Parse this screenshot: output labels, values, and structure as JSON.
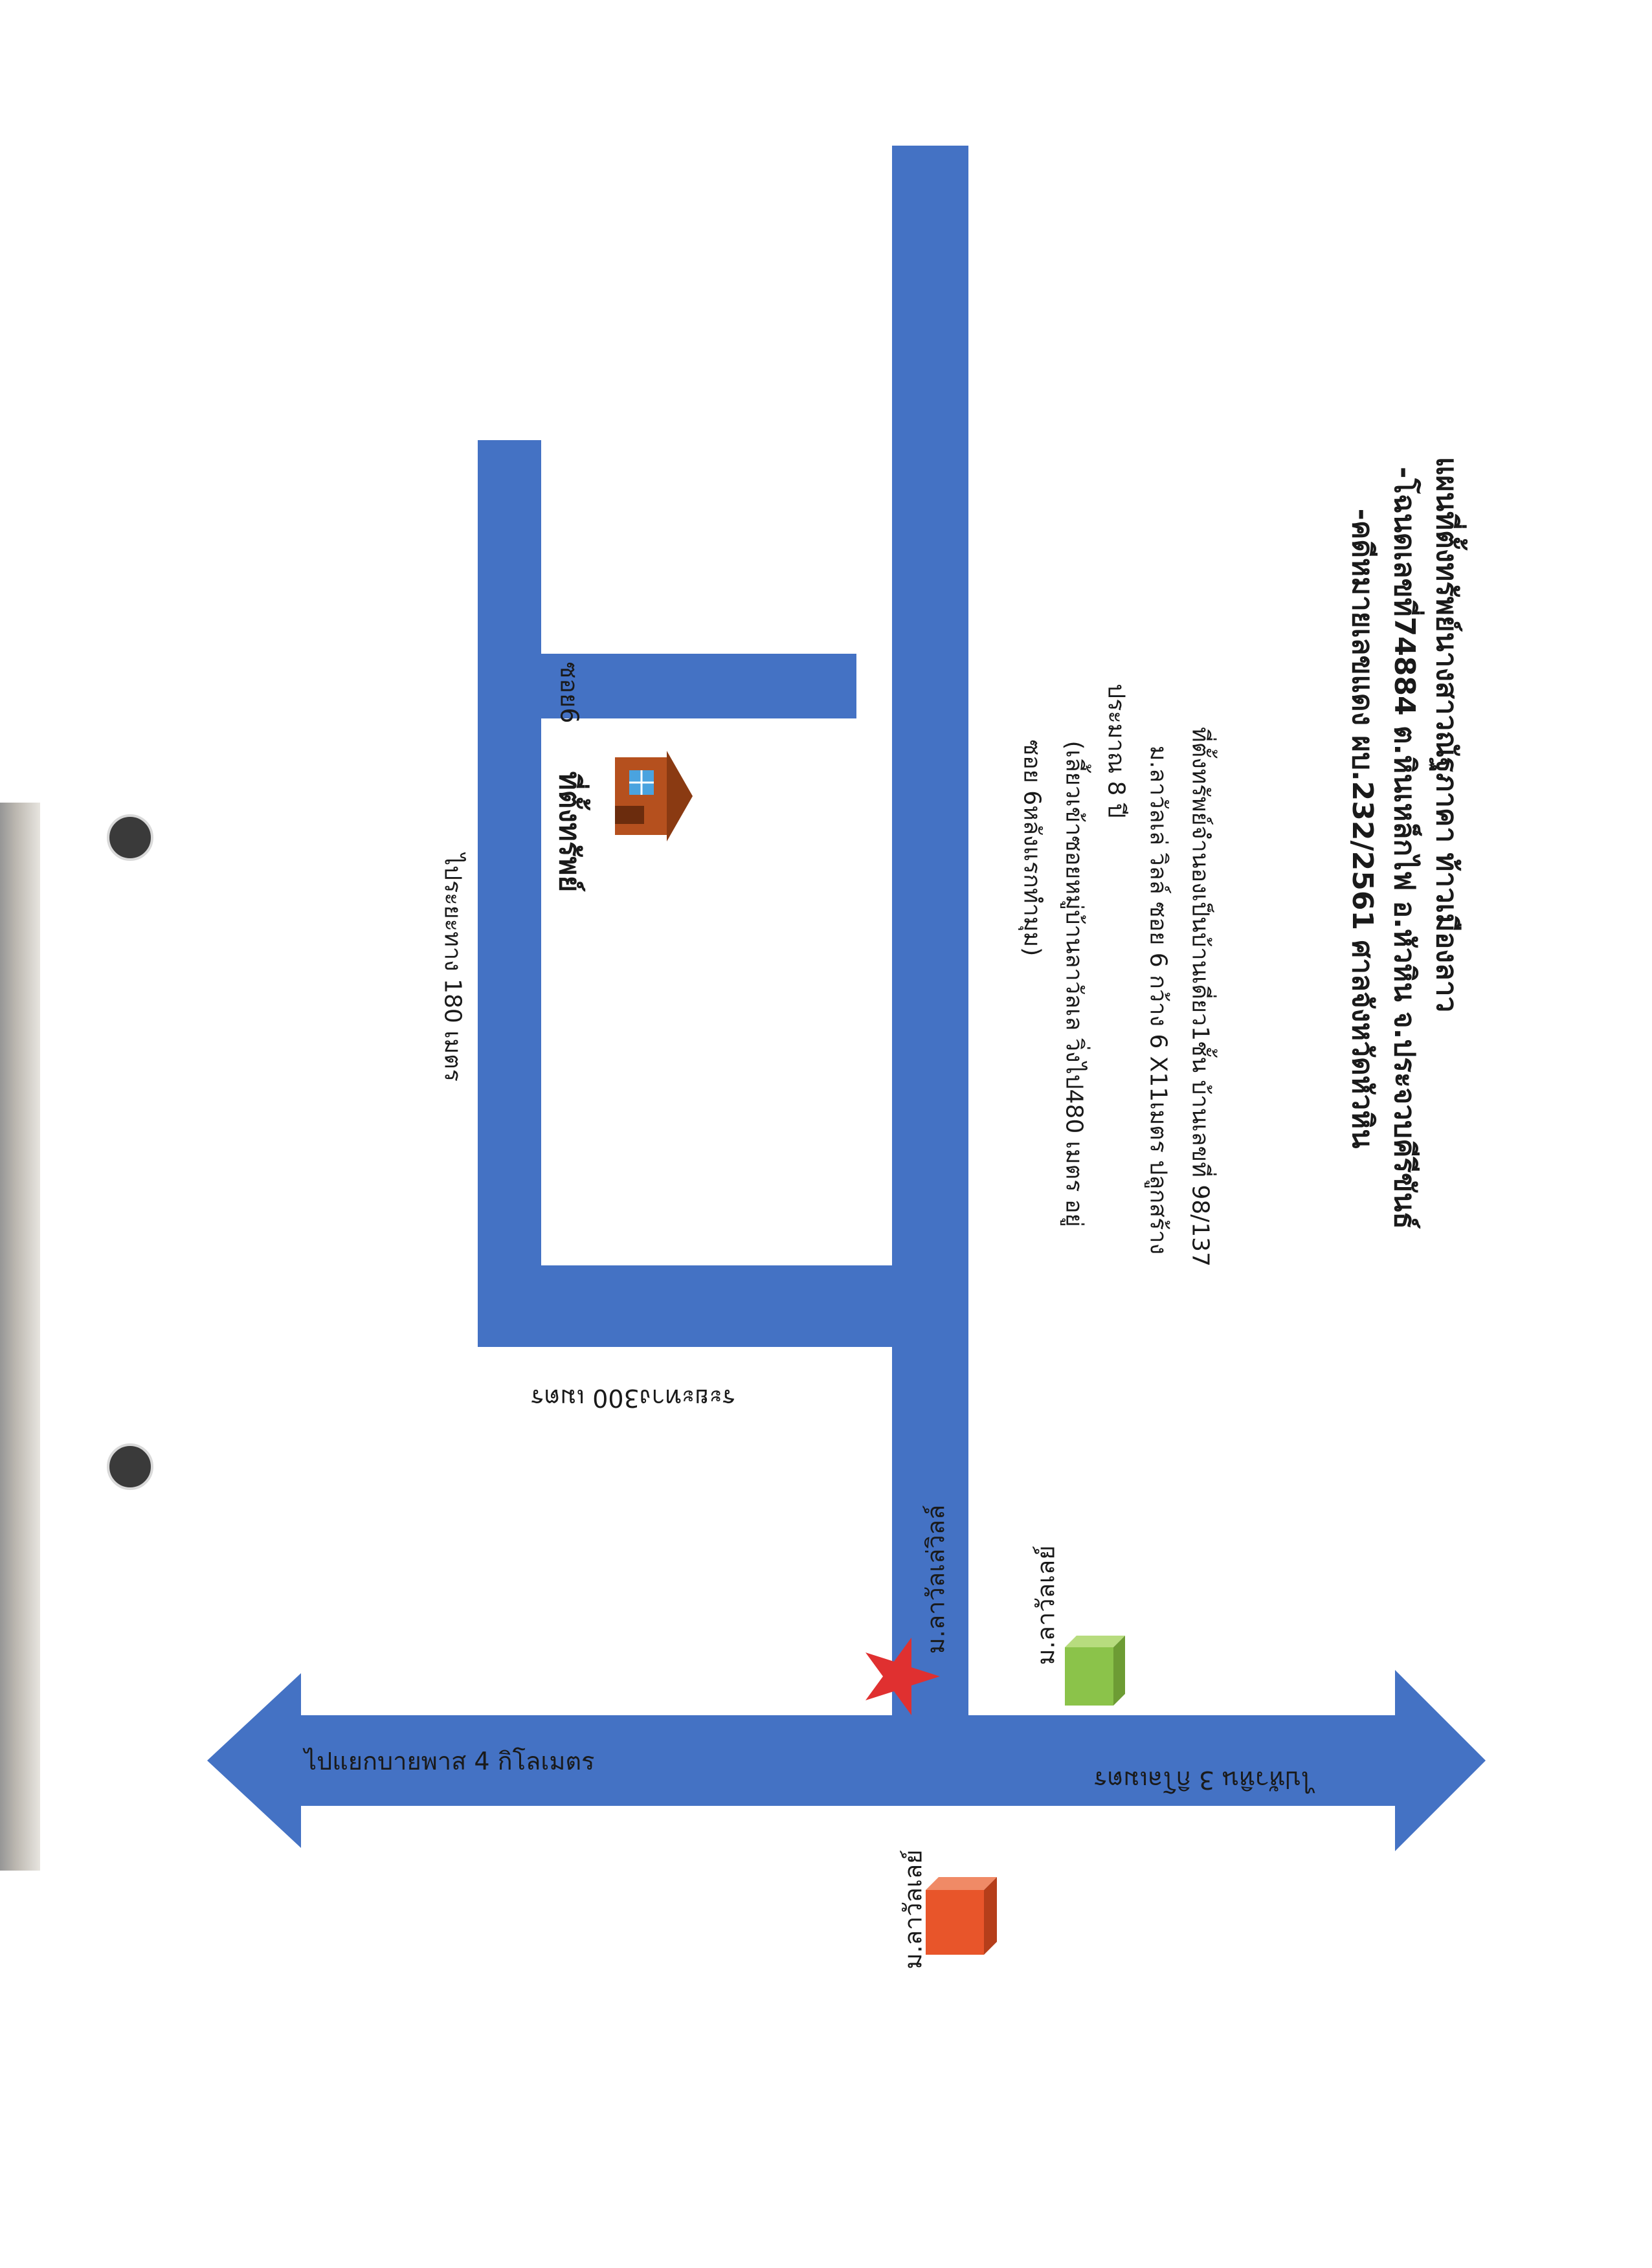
{
  "header": {
    "line1": "แผนที่ตั้งทรัพย์นางสาวณัฐภาคา ท้าวเมืองลาว",
    "line2": "-โฉนดเลขที่74884 ต.หินเหล็กไฟ อ.หัวหิน จ.ประจวบคีรีขันธ์",
    "line3": "-คดีหมายเลขแดง ผบ.232/2561 ศาลจังหวัดหัวหิน"
  },
  "description": {
    "line1": "ที่ตั้งทรัพย์จำนองเป็นบ้านเดี่ยว1ชั้น บ้านเลขที่ 98/137",
    "line2": "ม.ลาวัลเล่ วิลล์ ซอย 6 กว้าง 6 X11เมตร ปลูกสร้าง",
    "line3": "ประมาณ 8 ปี",
    "line4": "(เลี้ยวเข้าซอยหมู่บ้านลาวัลเล วิ่งไป480 เมตร อยู่",
    "line5": "ซอย 6หลังแรกทำมุม)"
  },
  "labels": {
    "soi": "ซอย6",
    "property": "ที่ตั้งทรัพย์",
    "dist_180": "ไประยะทาง 180 เมตร",
    "dist_300": "ระยะทาง300 เมตร",
    "village_ville": "ม.ลาวัลเล่วิลล์",
    "village_green": "ม.ลาวัลเลย์",
    "village_orange": "ม.ลาวัลเลย์",
    "to_bypass": "ไปแยกบายพาส 4 กิโลเมตร",
    "to_huahin": "ไปหัวหิน 3 กิโลเมตร"
  },
  "colors": {
    "road": "#4472c4",
    "star": "#e03030",
    "green_box": "#8bc34a",
    "orange_box": "#e8552a",
    "house": "#b5501e"
  }
}
